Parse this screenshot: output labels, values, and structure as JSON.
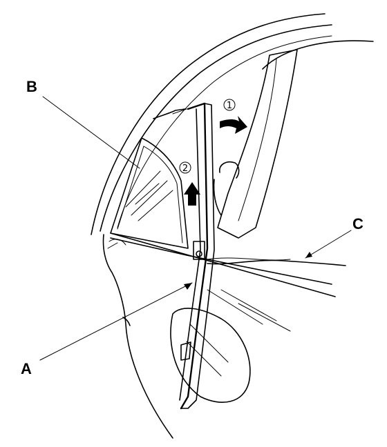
{
  "callouts": {
    "a": "A",
    "b": "B",
    "c": "C"
  },
  "steps": {
    "one": "1",
    "two": "2"
  },
  "colors": {
    "ink": "#000000",
    "paper": "#ffffff"
  }
}
